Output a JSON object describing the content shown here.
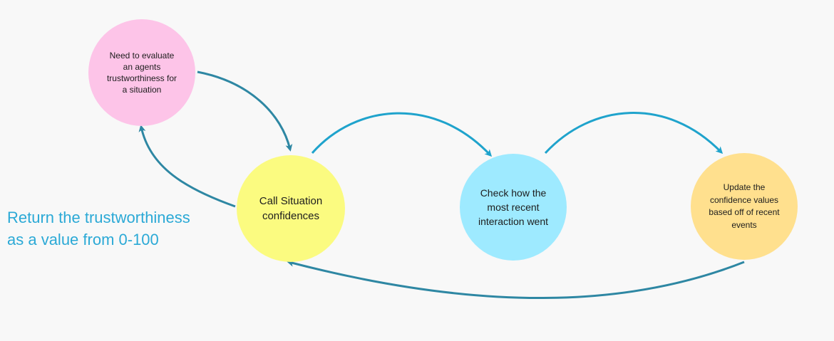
{
  "diagram": {
    "nodes": {
      "evaluate": {
        "text": "Need to evaluate an agents trustworthiness for a situation",
        "color": "#fdc4e8"
      },
      "call": {
        "text": "Call Situation confidences",
        "color": "#fbfb80"
      },
      "check": {
        "text": "Check how the most recent interaction went",
        "color": "#9eeaff"
      },
      "update": {
        "text": "Update the confidence values based off of recent events",
        "color": "#ffe08e"
      }
    },
    "return_label": {
      "line1": "Return the trustworthiness",
      "line2": "as a value from 0-100",
      "color": "#2ba9d6"
    },
    "edges": [
      {
        "from": "evaluate",
        "to": "call",
        "color": "#2e87a3"
      },
      {
        "from": "call",
        "to": "evaluate",
        "color": "#2e87a3"
      },
      {
        "from": "call",
        "to": "check",
        "color": "#1fa3cc"
      },
      {
        "from": "check",
        "to": "update",
        "color": "#1fa3cc"
      },
      {
        "from": "update",
        "to": "call",
        "color": "#2e87a3"
      }
    ]
  }
}
